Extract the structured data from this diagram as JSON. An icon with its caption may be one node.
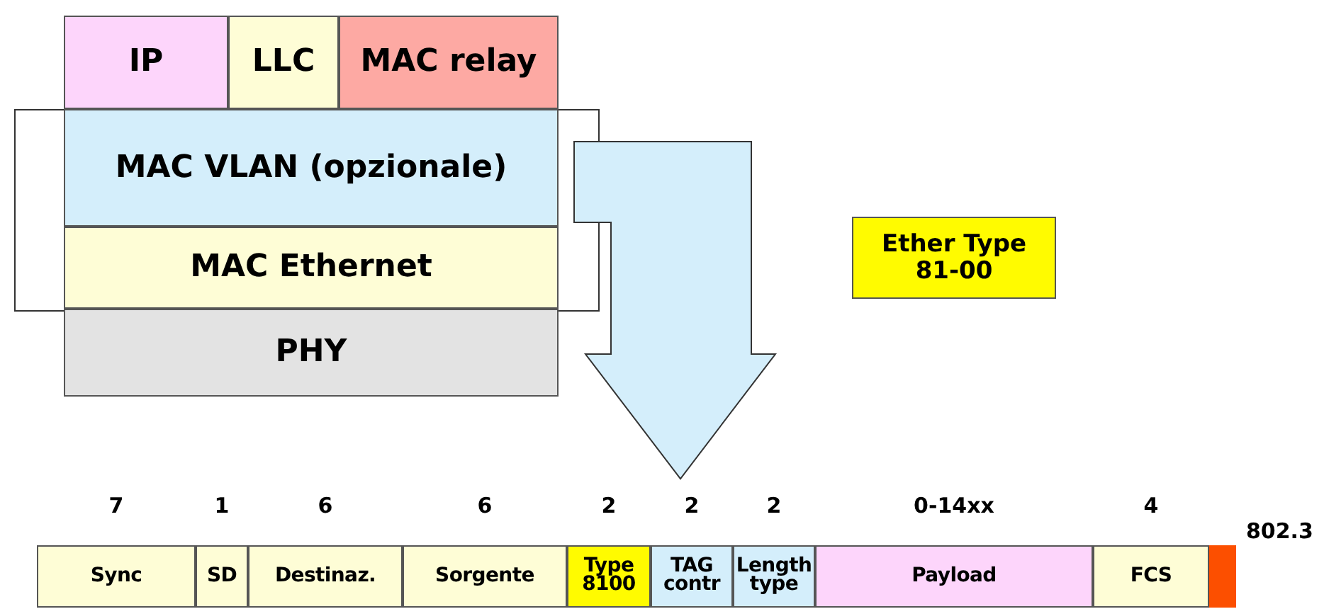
{
  "diagram": {
    "nodes": [
      {
        "text": [
          "IP"
        ]
      },
      {
        "text": [
          "LLC"
        ]
      },
      {
        "text": [
          "MAC relay"
        ]
      },
      {
        "text": [],
        "shape": "box"
      },
      {
        "text": [
          "MAC VLAN (opzionale)"
        ],
        "in": 3
      },
      {
        "text": [
          "MAC Ethernet"
        ],
        "in": 3
      },
      {
        "text": [
          "PHY"
        ]
      },
      {
        "text": [
          "Ether Type 81-00"
        ]
      },
      {
        "text": [
          "Sync"
        ],
        "beside": [
          "7"
        ]
      },
      {
        "text": [
          "SD"
        ],
        "beside": [
          "1"
        ]
      },
      {
        "text": [
          "Destinaz."
        ],
        "beside": [
          "6"
        ]
      },
      {
        "text": [
          "Sorgente"
        ],
        "beside": [
          "6"
        ]
      },
      {
        "text": [
          "Type 8100"
        ],
        "beside": [
          "2"
        ]
      },
      {
        "text": [
          "TAG contr"
        ],
        "beside": [
          "2"
        ]
      },
      {
        "text": [
          "Length type"
        ],
        "beside": [
          "2"
        ]
      },
      {
        "text": [
          "Payload"
        ],
        "beside": [
          "0-14xx"
        ]
      },
      {
        "text": [
          "FCS"
        ],
        "beside": [
          "4"
        ]
      },
      {
        "text": [],
        "shape": "bar"
      }
    ],
    "edges": [
      {
        "from": 4,
        "to": 13,
        "arrow": "to",
        "style": "thick",
        "color": "#d4eefb"
      }
    ],
    "labels": [
      "802.3"
    ]
  }
}
